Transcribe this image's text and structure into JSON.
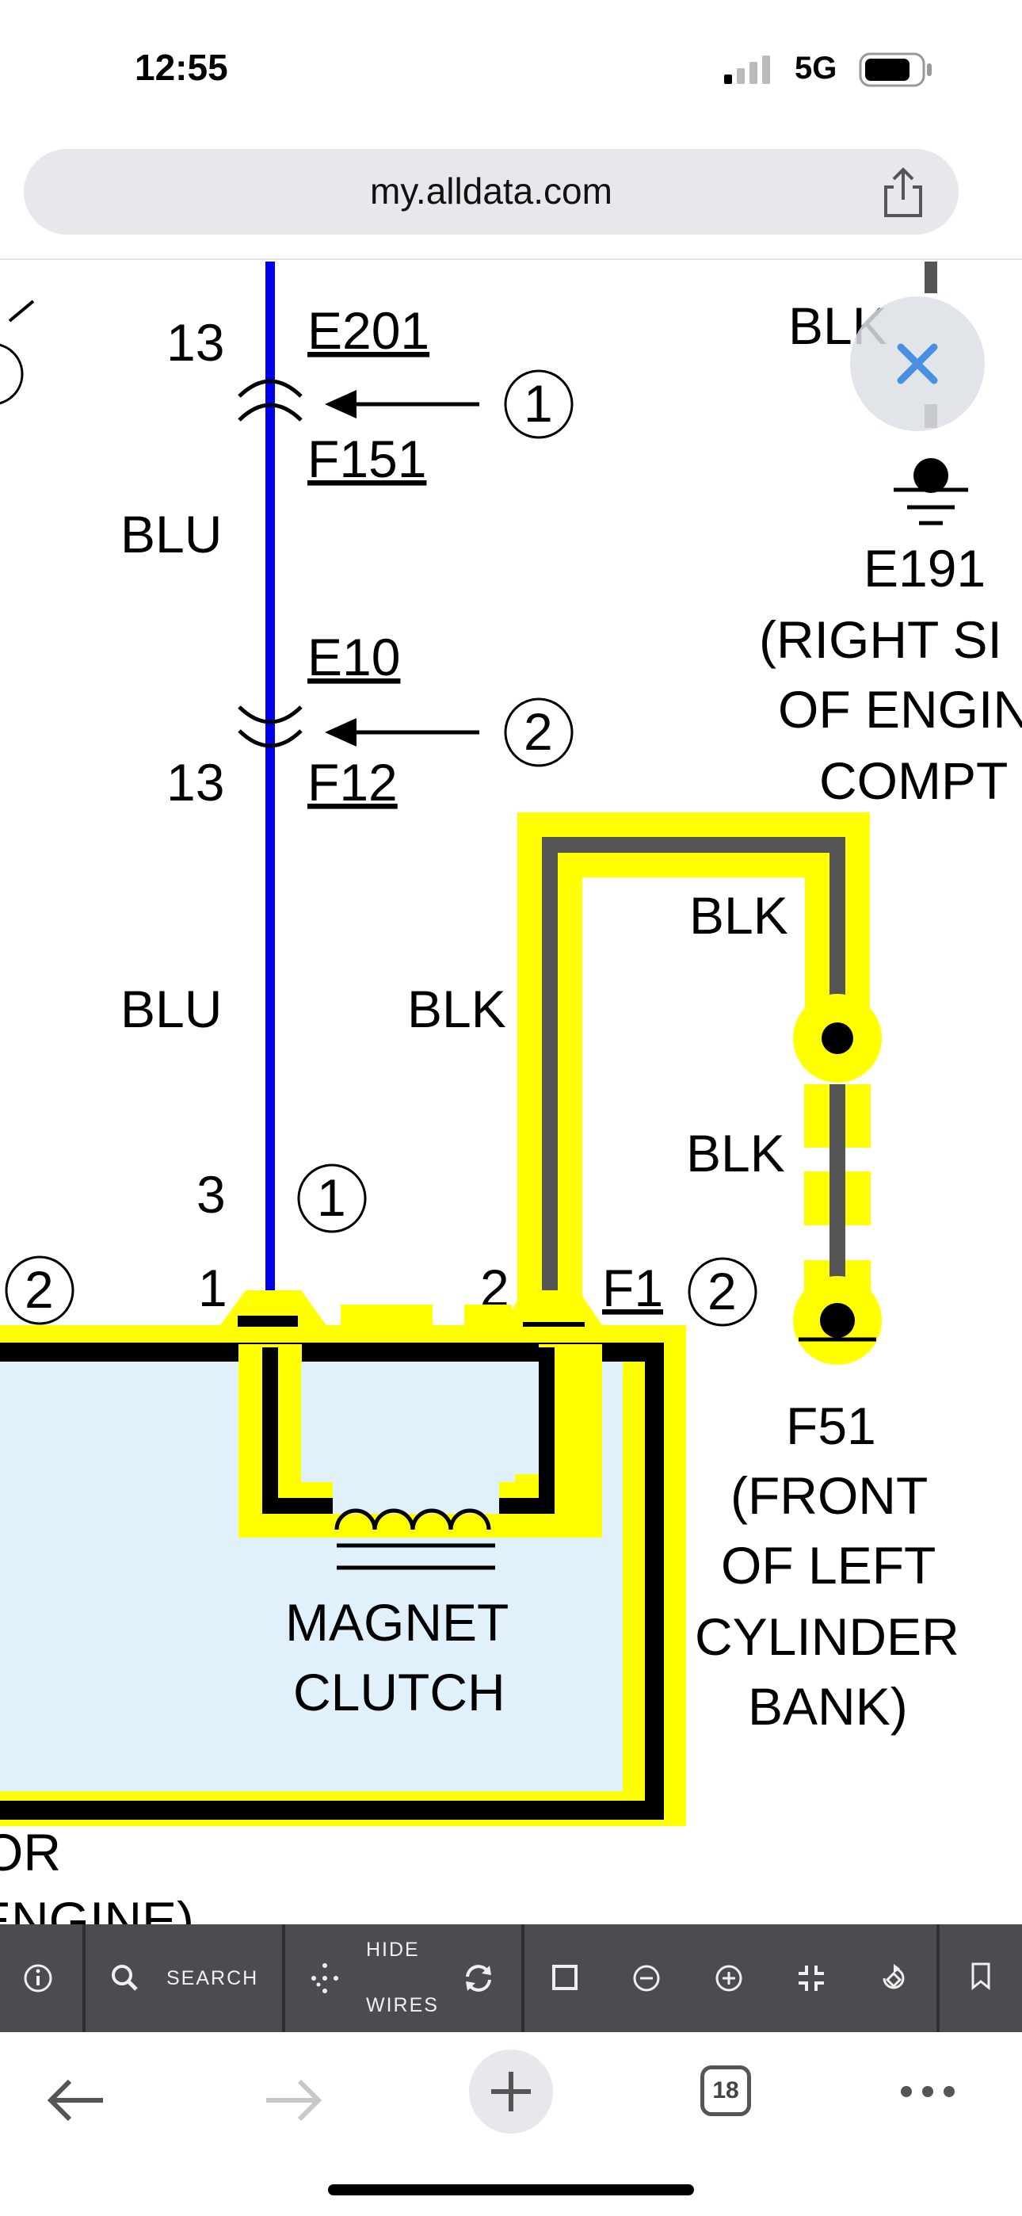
{
  "status_bar": {
    "time": "12:55",
    "network": "5G"
  },
  "browser": {
    "url": "my.alldata.com"
  },
  "diagram": {
    "left_connector_pins": {
      "top": "13",
      "bottom": "13"
    },
    "connector_top": {
      "upper": "E201",
      "lower": "F151",
      "ref": "1"
    },
    "connector_mid": {
      "upper": "E10",
      "lower": "F12",
      "ref": "2"
    },
    "wire_labels": {
      "blu_upper": "BLU",
      "blu_lower": "BLU",
      "blk_left": "BLK",
      "blk_right_upper": "BLK",
      "blk_right_lower": "BLK",
      "blk_top_right": "BLK"
    },
    "pin_labels": {
      "pin3": "3",
      "pin1": "1",
      "pin2": "2",
      "ref1": "1",
      "ref2_left": "2",
      "ref2_right": "2",
      "f1": "F1"
    },
    "ground_e191": {
      "name": "E191",
      "line1": "(RIGHT SI",
      "line2": "OF ENGIN",
      "line3": "COMPT"
    },
    "ground_f51": {
      "name": "F51",
      "line1": "(FRONT",
      "line2": "OF LEFT",
      "line3": "CYLINDER",
      "line4": "BANK)"
    },
    "component": {
      "line1": "MAGNET",
      "line2": "CLUTCH"
    },
    "cutoff_text": {
      "line1": "OR",
      "line2": "ENGINE)"
    },
    "colors": {
      "blue_wire": "#0000ee",
      "black_wire": "#555555",
      "highlight": "#ffff00",
      "component_fill": "#e0f1fb"
    }
  },
  "toolbar": {
    "search_label": "SEARCH",
    "hide_label": "HIDE",
    "wires_label": "WIRES"
  },
  "bottom_nav": {
    "tab_count": "18"
  }
}
